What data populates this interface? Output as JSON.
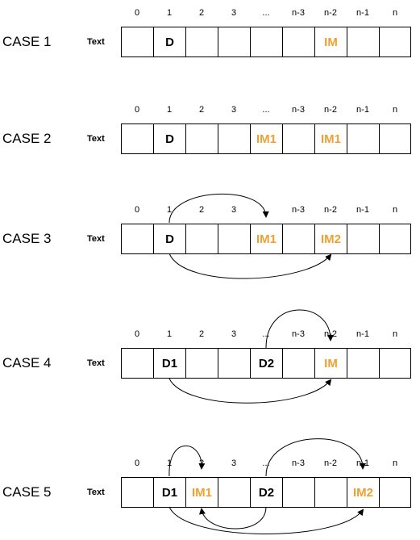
{
  "indices": [
    "0",
    "1",
    "2",
    "3",
    "...",
    "n-3",
    "n-2",
    "n-1",
    "n"
  ],
  "row_label": "Text",
  "colors": {
    "plain": "#000000",
    "highlight": "#F0A030"
  },
  "cases": [
    {
      "label": "CASE 1",
      "cells": [
        "",
        "D",
        "",
        "",
        "",
        "",
        "IM",
        "",
        ""
      ],
      "highlight": [
        6
      ]
    },
    {
      "label": "CASE 2",
      "cells": [
        "",
        "D",
        "",
        "",
        "IM1",
        "",
        "IM1",
        "",
        ""
      ],
      "highlight": [
        4,
        6
      ]
    },
    {
      "label": "CASE 3",
      "cells": [
        "",
        "D",
        "",
        "",
        "IM1",
        "",
        "IM2",
        "",
        ""
      ],
      "highlight": [
        4,
        6
      ]
    },
    {
      "label": "CASE 4",
      "cells": [
        "",
        "D1",
        "",
        "",
        "D2",
        "",
        "IM",
        "",
        ""
      ],
      "highlight": [
        6
      ]
    },
    {
      "label": "CASE 5",
      "cells": [
        "",
        "D1",
        "IM1",
        "",
        "D2",
        "",
        "",
        "IM2",
        ""
      ],
      "highlight": [
        2,
        7
      ]
    }
  ],
  "arrows": [
    {
      "case": 2,
      "from": "cell 1",
      "to": "index ...",
      "curve": "over-top"
    },
    {
      "case": 2,
      "from": "cell 1",
      "to": "cell n-2",
      "curve": "under-bottom"
    },
    {
      "case": 3,
      "from": "cell ...",
      "to": "index n-2",
      "curve": "over-top"
    },
    {
      "case": 3,
      "from": "cell 1",
      "to": "cell n-2",
      "curve": "under-bottom"
    },
    {
      "case": 4,
      "from": "cell 1",
      "to": "index 2",
      "curve": "over-top"
    },
    {
      "case": 4,
      "from": "cell ...",
      "to": "index n-1",
      "curve": "over-top"
    },
    {
      "case": 4,
      "from": "cell ...",
      "to": "cell 2",
      "curve": "under-bottom"
    },
    {
      "case": 4,
      "from": "cell 1",
      "to": "cell n-1",
      "curve": "under-bottom"
    }
  ]
}
